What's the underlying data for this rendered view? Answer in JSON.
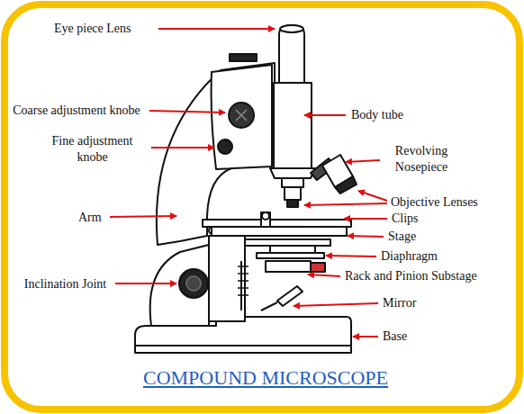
{
  "diagram": {
    "title": "COMPOUND MICROSCOPE",
    "labels": [
      "Eye piece Lens",
      "Coarse adjustment knobe",
      "Fine adjustment knobe",
      "Arm",
      "Inclination Joint",
      "Body tube",
      "Revolving Nosepiece",
      "Objective Lenses",
      "Clips",
      "Stage",
      "Diaphragm",
      "Rack and Pinion Substage",
      "Mirror",
      "Base"
    ]
  }
}
